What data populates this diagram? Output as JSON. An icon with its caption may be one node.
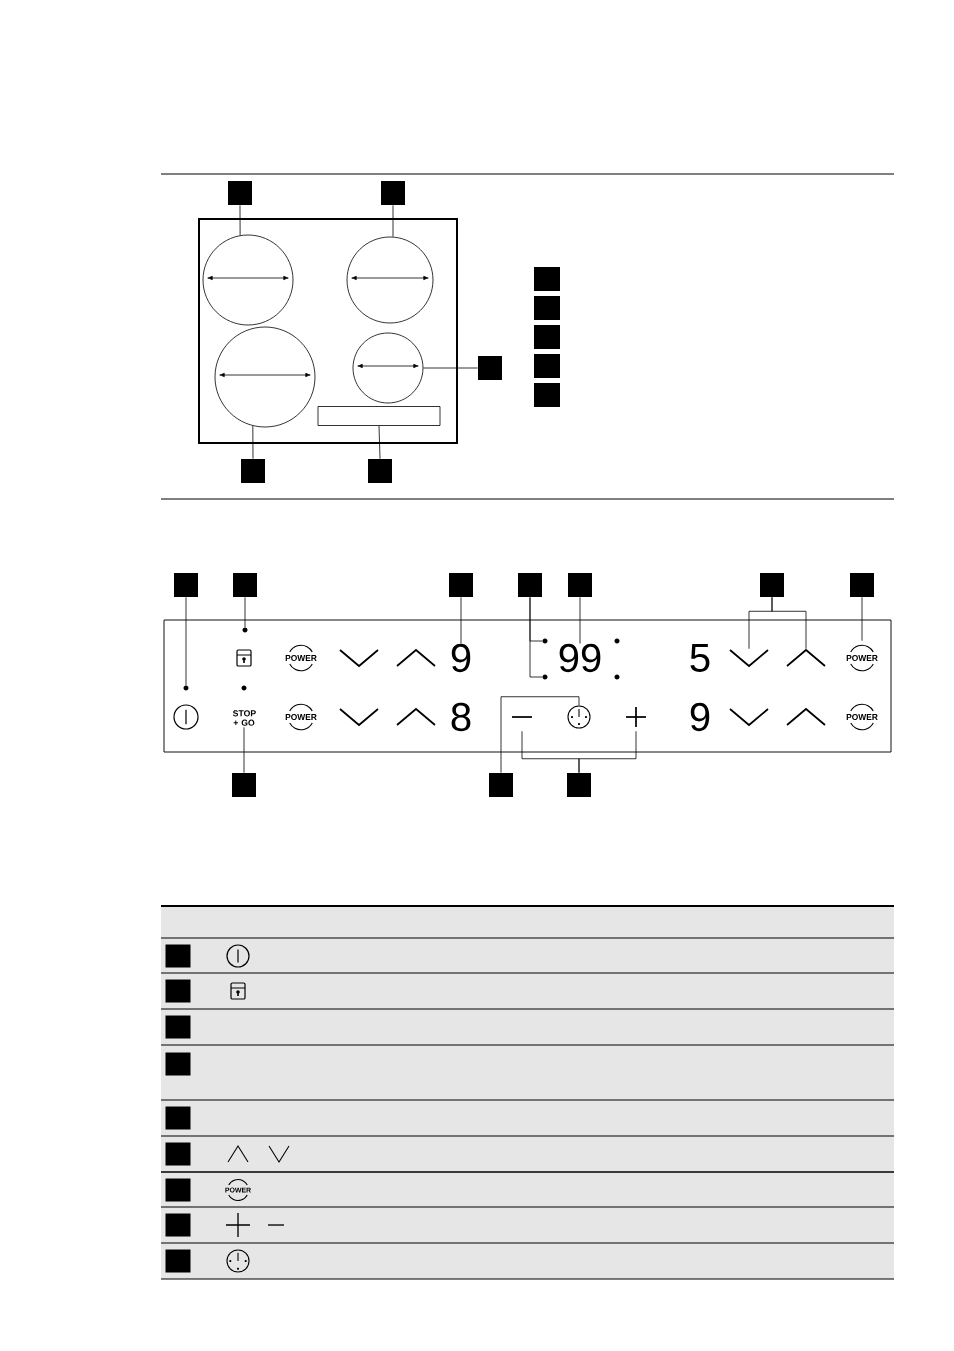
{
  "diagram": {
    "nodes": [
      {
        "text": [],
        "shape": "box"
      },
      {
        "text": [],
        "shape": "box"
      },
      {
        "text": [],
        "shape": "box"
      },
      {
        "text": [],
        "shape": "circle",
        "in": 2
      },
      {
        "text": [],
        "shape": "circle",
        "in": 2
      },
      {
        "text": [],
        "shape": "circle",
        "in": 2
      },
      {
        "text": [],
        "shape": "circle",
        "in": 2
      },
      {
        "text": [],
        "shape": "box",
        "in": 2
      },
      {
        "text": [],
        "shape": "box"
      },
      {
        "text": [],
        "shape": "box"
      },
      {
        "text": [],
        "shape": "box"
      },
      {
        "text": [],
        "shape": "box"
      },
      {
        "text": [],
        "shape": "box"
      },
      {
        "text": [],
        "shape": "box"
      },
      {
        "text": [],
        "shape": "box"
      },
      {
        "text": [],
        "shape": "box"
      },
      {
        "text": [],
        "shape": "box"
      },
      {
        "text": [],
        "shape": "box"
      },
      {
        "text": [],
        "shape": "box"
      },
      {
        "text": [],
        "shape": "box"
      },
      {
        "text": [],
        "shape": "box"
      },
      {
        "text": [],
        "shape": "box"
      },
      {
        "text": [],
        "shape": "box"
      },
      {
        "text": [],
        "shape": "box"
      },
      {
        "text": [],
        "shape": "circle",
        "in": 23
      },
      {
        "text": [
          "POWER"
        ],
        "in": 23
      },
      {
        "text": [
          "9"
        ],
        "in": 23
      },
      {
        "text": [],
        "shape": "circle",
        "in": 23
      },
      {
        "text": [
          "99"
        ],
        "in": 23
      },
      {
        "text": [],
        "shape": "chevron",
        "in": 23
      },
      {
        "text": [],
        "shape": "chevron",
        "in": 23
      },
      {
        "text": [
          "POWER"
        ],
        "in": 23
      },
      {
        "text": [],
        "shape": "circle",
        "in": 23
      },
      {
        "text": [],
        "shape": "circle",
        "in": 23
      },
      {
        "text": [
          "POWER"
        ],
        "in": 23
      },
      {
        "text": [],
        "shape": "minus",
        "in": 23
      },
      {
        "text": [],
        "shape": "circle",
        "in": 23
      },
      {
        "text": [],
        "shape": "plus",
        "in": 23
      },
      {
        "text": [
          "POWER"
        ],
        "in": 23
      },
      {
        "text": [
          "STOP + GO"
        ],
        "in": 23
      },
      {
        "text": [],
        "shape": "box"
      },
      {
        "text": [],
        "shape": "box"
      },
      {
        "text": [],
        "shape": "box"
      },
      {
        "text": [],
        "shape": "box"
      },
      {
        "text": [],
        "shape": "box"
      },
      {
        "text": [],
        "shape": "box"
      },
      {
        "text": [],
        "shape": "box"
      },
      {
        "text": [],
        "shape": "box"
      },
      {
        "text": [],
        "shape": "box"
      },
      {
        "text": [],
        "shape": "box"
      },
      {
        "text": [],
        "shape": "box"
      },
      {
        "text": [],
        "shape": "box"
      },
      {
        "text": [
          "POWER"
        ]
      }
    ],
    "edges": [
      {
        "from": 0,
        "to": 3,
        "arrow": "none"
      },
      {
        "from": 1,
        "to": 4,
        "arrow": "none"
      },
      {
        "from": 8,
        "to": 6,
        "arrow": "none"
      },
      {
        "from": 9,
        "to": 5,
        "arrow": "none"
      },
      {
        "from": 10,
        "to": 7,
        "arrow": "none"
      },
      {
        "from": 16,
        "to": 32,
        "arrow": "none"
      },
      {
        "from": 17,
        "to": 24,
        "arrow": "none"
      },
      {
        "from": 18,
        "to": 26,
        "arrow": "none"
      },
      {
        "from": 19,
        "to": 27,
        "arrow": "none"
      },
      {
        "from": 19,
        "to": 33,
        "arrow": "none"
      },
      {
        "from": 20,
        "to": 28,
        "arrow": "none"
      },
      {
        "from": 21,
        "to": 29,
        "arrow": "none"
      },
      {
        "from": 21,
        "to": 30,
        "arrow": "none"
      },
      {
        "from": 22,
        "to": 31,
        "arrow": "none"
      },
      {
        "from": 40,
        "to": 39,
        "arrow": "none"
      },
      {
        "from": 41,
        "to": 36,
        "arrow": "none"
      },
      {
        "from": 42,
        "to": 35,
        "arrow": "none"
      },
      {
        "from": 42,
        "to": 37,
        "arrow": "none"
      }
    ],
    "labels": [
      "5",
      "8",
      "9"
    ]
  }
}
